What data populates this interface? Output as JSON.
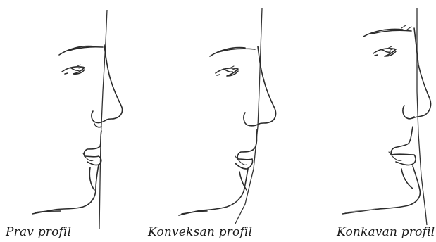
{
  "figure": {
    "panels": [
      {
        "caption": "Prav profil"
      },
      {
        "caption": "Konveksan profil"
      },
      {
        "caption": "Konkavan profil"
      }
    ]
  }
}
